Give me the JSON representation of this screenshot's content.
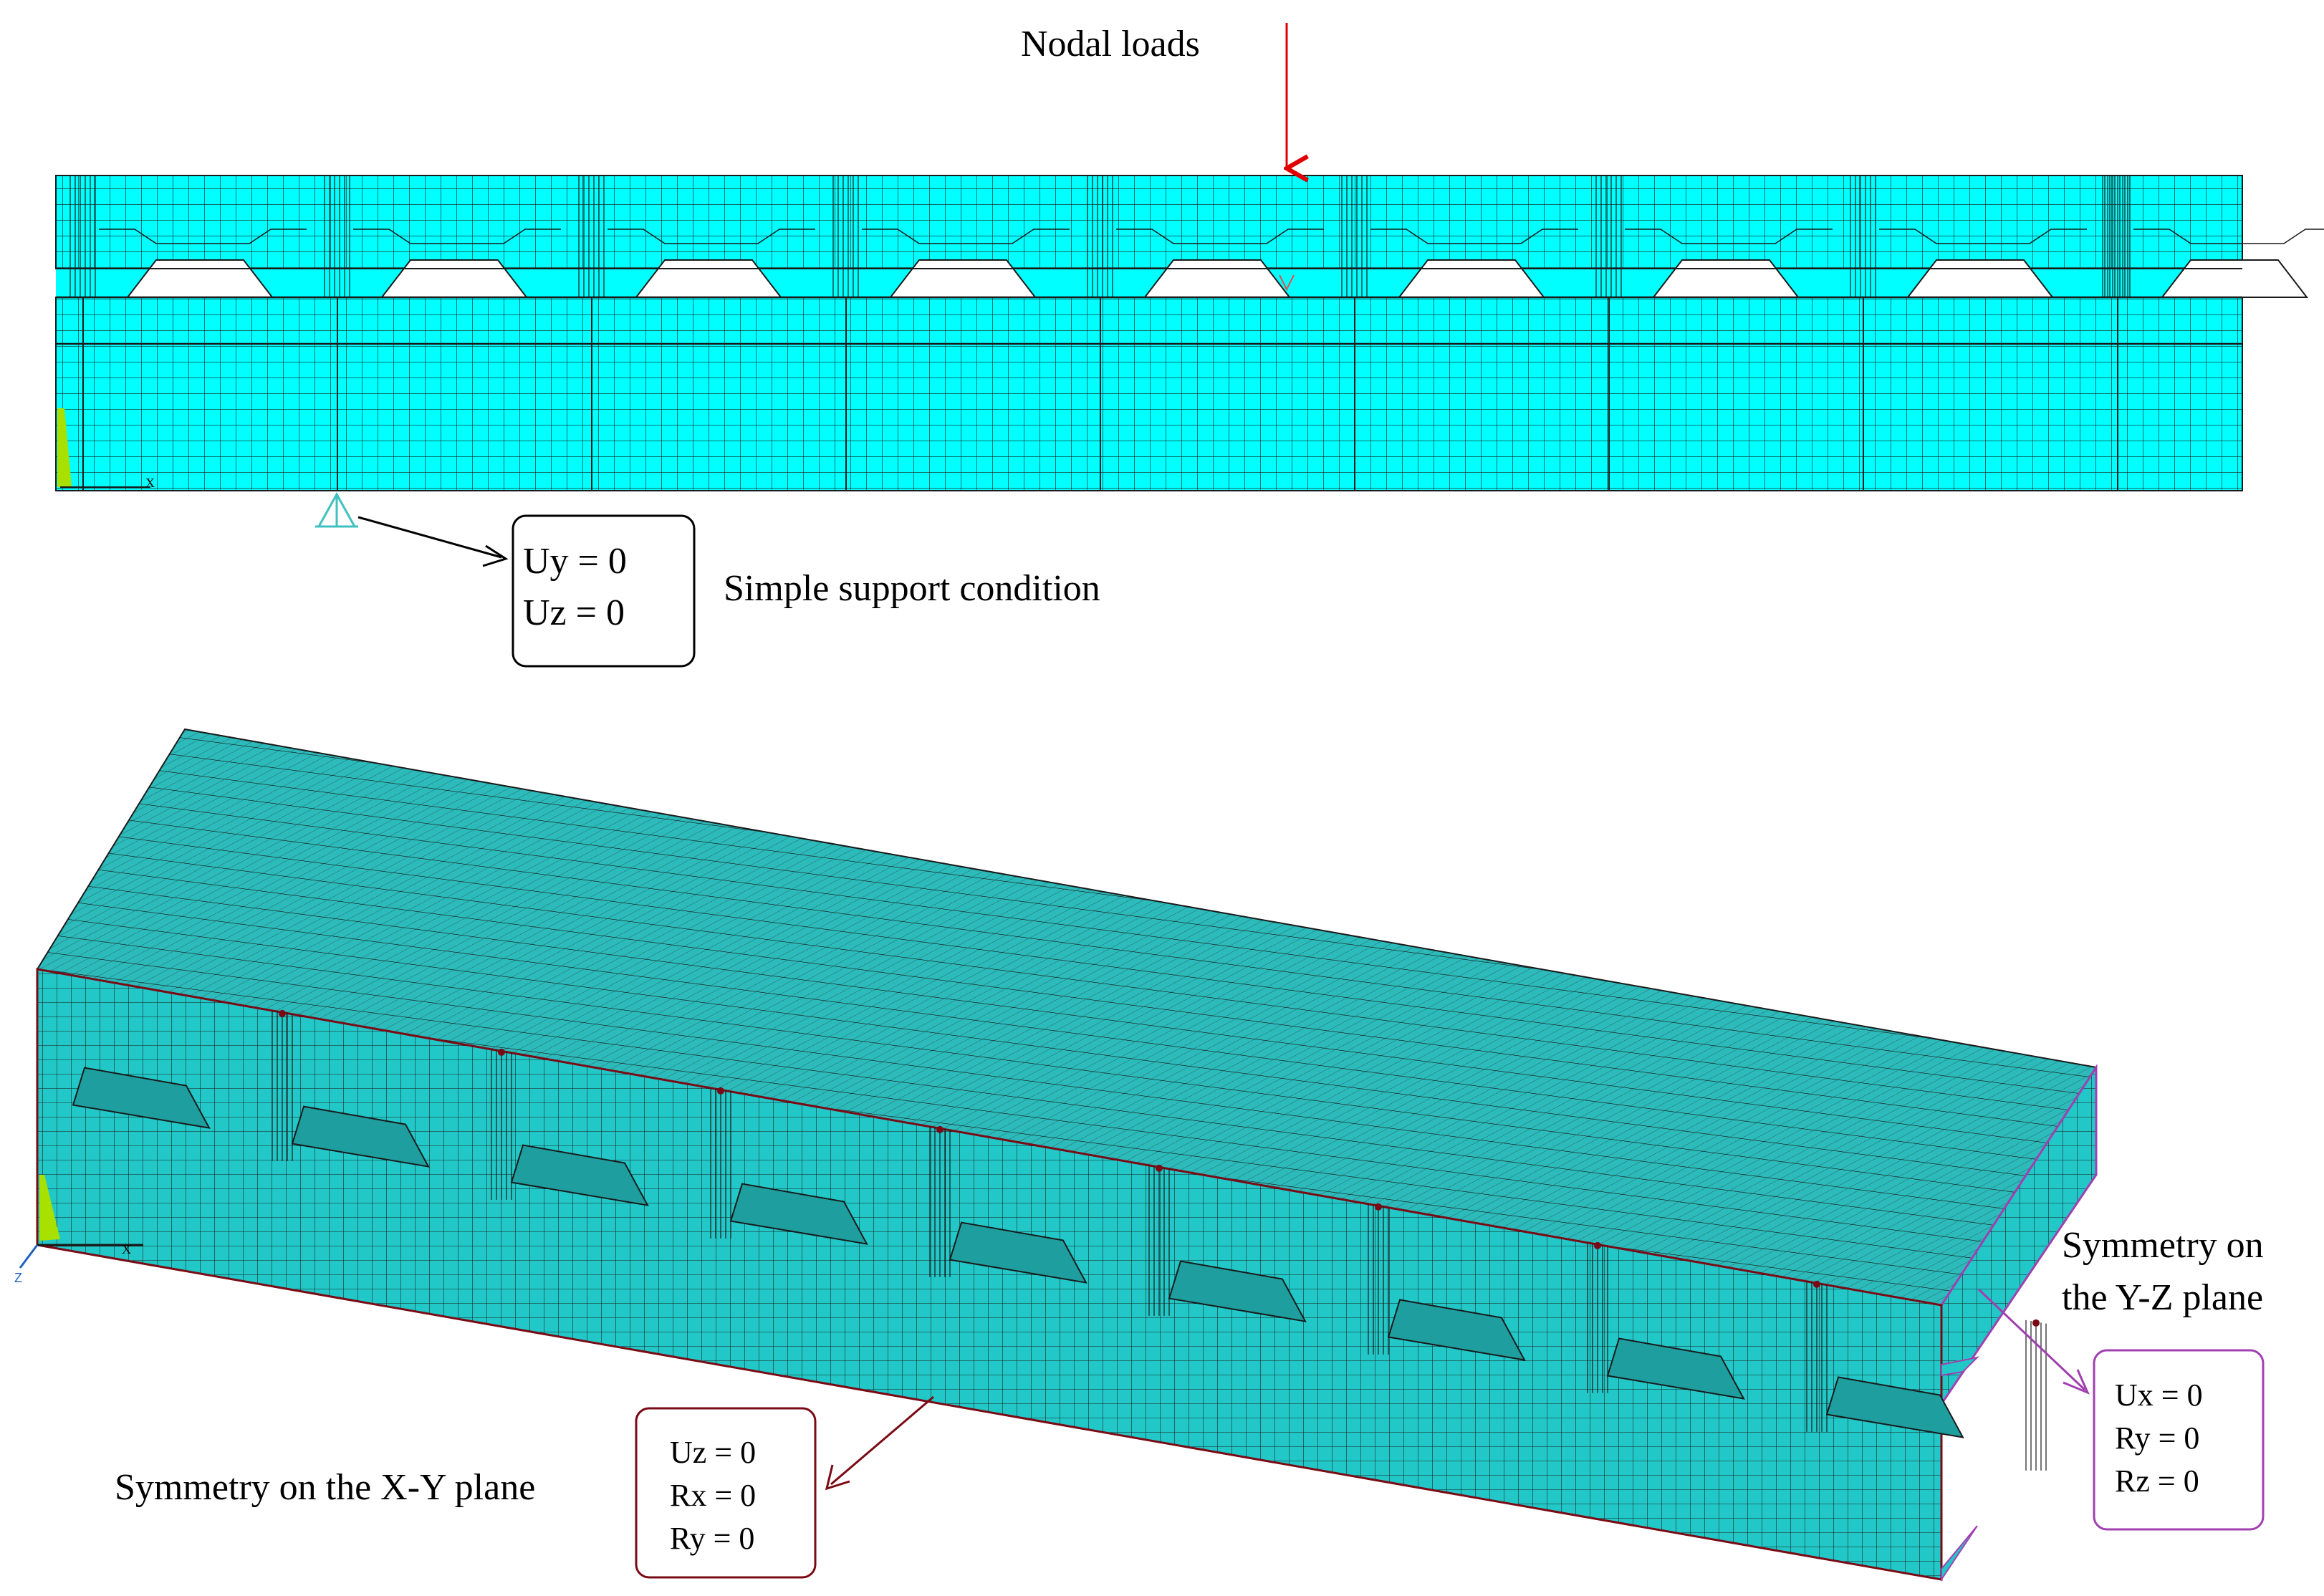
{
  "top_view": {
    "load_label": "Nodal loads",
    "support_label": "Simple support condition",
    "support_constraints": [
      "Uy = 0",
      "Uz = 0"
    ],
    "axis_x": "X",
    "axis_y": "Y"
  },
  "iso_view": {
    "xy_label": "Symmetry on the X-Y plane",
    "xy_constraints": [
      "Uz = 0",
      "Rx = 0",
      "Ry = 0"
    ],
    "yz_label_lines": [
      "Symmetry on",
      "the Y-Z plane"
    ],
    "yz_constraints": [
      "Ux = 0",
      "Ry = 0",
      "Rz = 0"
    ],
    "axis_x": "X",
    "axis_z": "Z"
  },
  "colors": {
    "mesh_fill_top": "#00FFFF",
    "mesh_fill_iso": "#20C8C8",
    "mesh_top_face": "#2ABDBD",
    "mesh_line": "#1a1a1a",
    "load_arrow": "#E00000",
    "support_symbol": "#40C0C0",
    "xy_symmetry": "#7A0A14",
    "yz_symmetry": "#A040B0"
  },
  "top_openings_count": 9,
  "iso_openings_count": 9
}
